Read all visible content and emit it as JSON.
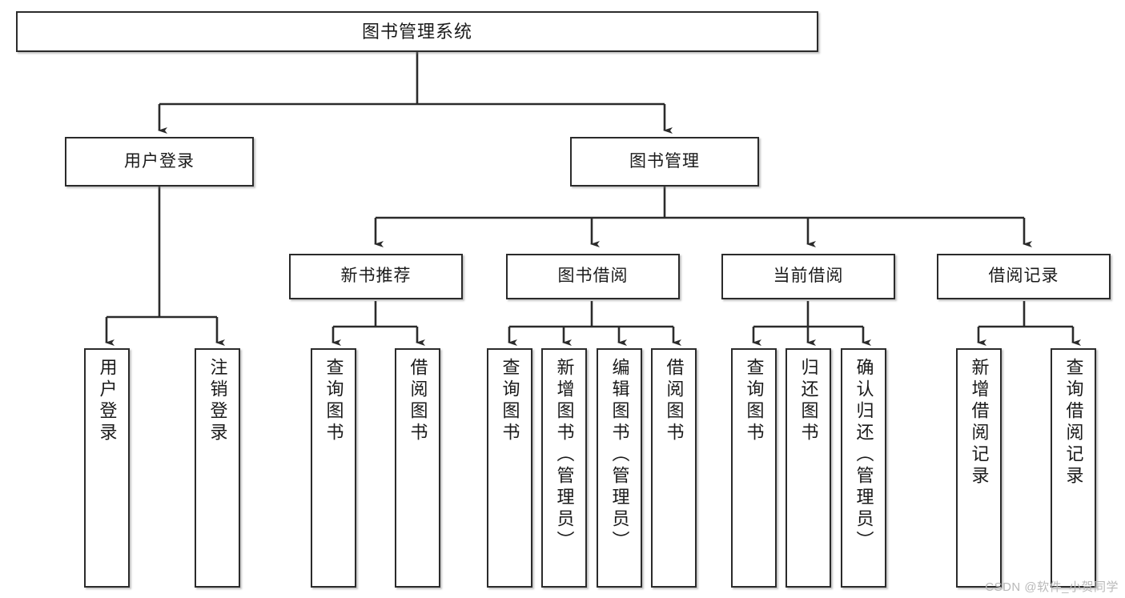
{
  "diagram": {
    "type": "tree-hierarchy",
    "title": "图书管理系统",
    "watermark": "CSDN @软件_小贺同学",
    "colors": {
      "box_border": "#2b2b2b",
      "box_fill": "#ffffff",
      "connector": "#2b2b2b",
      "text": "#1a1a1a",
      "watermark": "#b9b9b9",
      "background": "#ffffff"
    },
    "nodes": {
      "root": {
        "label": "图书管理系统",
        "level": 0
      },
      "user_login": {
        "label": "用户登录",
        "level": 1
      },
      "book_manage": {
        "label": "图书管理",
        "level": 1
      },
      "new_book_rec": {
        "label": "新书推荐",
        "level": 2
      },
      "book_borrow": {
        "label": "图书借阅",
        "level": 2
      },
      "current_borrow": {
        "label": "当前借阅",
        "level": 2
      },
      "borrow_record": {
        "label": "借阅记录",
        "level": 2
      },
      "leaf_user_login": {
        "label": "用户登录",
        "level": 2
      },
      "leaf_user_logout": {
        "label": "注销登录",
        "level": 2
      },
      "leaf_query_book_1": {
        "label": "查询图书",
        "level": 3
      },
      "leaf_borrow_book_1": {
        "label": "借阅图书",
        "level": 3
      },
      "leaf_query_book_2": {
        "label": "查询图书",
        "level": 3
      },
      "leaf_add_book": {
        "label": "新增图书（管理员）",
        "level": 3
      },
      "leaf_edit_book": {
        "label": "编辑图书（管理员）",
        "level": 3
      },
      "leaf_borrow_book_2": {
        "label": "借阅图书",
        "level": 3
      },
      "leaf_query_book_3": {
        "label": "查询图书",
        "level": 3
      },
      "leaf_return_book": {
        "label": "归还图书",
        "level": 3
      },
      "leaf_confirm_return": {
        "label": "确认归还（管理员）",
        "level": 3
      },
      "leaf_add_record": {
        "label": "新增借阅记录",
        "level": 3
      },
      "leaf_query_record": {
        "label": "查询借阅记录",
        "level": 3
      }
    },
    "edges": [
      {
        "from": "root",
        "to": "user_login"
      },
      {
        "from": "root",
        "to": "book_manage"
      },
      {
        "from": "user_login",
        "to": "leaf_user_login"
      },
      {
        "from": "user_login",
        "to": "leaf_user_logout"
      },
      {
        "from": "book_manage",
        "to": "new_book_rec"
      },
      {
        "from": "book_manage",
        "to": "book_borrow"
      },
      {
        "from": "book_manage",
        "to": "current_borrow"
      },
      {
        "from": "book_manage",
        "to": "borrow_record"
      },
      {
        "from": "new_book_rec",
        "to": "leaf_query_book_1"
      },
      {
        "from": "new_book_rec",
        "to": "leaf_borrow_book_1"
      },
      {
        "from": "book_borrow",
        "to": "leaf_query_book_2"
      },
      {
        "from": "book_borrow",
        "to": "leaf_add_book"
      },
      {
        "from": "book_borrow",
        "to": "leaf_edit_book"
      },
      {
        "from": "book_borrow",
        "to": "leaf_borrow_book_2"
      },
      {
        "from": "current_borrow",
        "to": "leaf_query_book_3"
      },
      {
        "from": "current_borrow",
        "to": "leaf_return_book"
      },
      {
        "from": "current_borrow",
        "to": "leaf_confirm_return"
      },
      {
        "from": "borrow_record",
        "to": "leaf_add_record"
      },
      {
        "from": "borrow_record",
        "to": "leaf_query_record"
      }
    ]
  }
}
